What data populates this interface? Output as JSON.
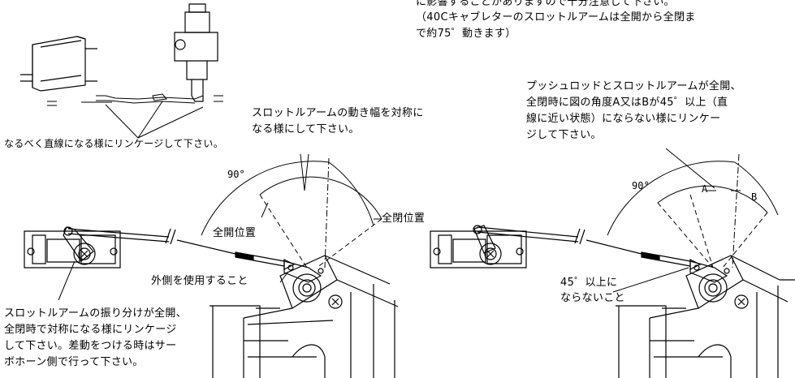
{
  "notes": {
    "top_right_1": "に影響することがありますので十分注意して下さい。",
    "top_right_2": "（40Cキャブレターのスロットルアームは全開から全閉ま",
    "top_right_3": "で約75゜動きます）",
    "linkage_straight": "なるべく直線になる様にリンケージして下さい。",
    "symmetric_1": "スロットルアームの動き幅を対称に",
    "symmetric_2": "なる様にして下さい。",
    "pushrod_1": "プッシュロッドとスロットルアームが全開、",
    "pushrod_2": "全閉時に図の角度A又はBが45゜以上（直",
    "pushrod_3": "線に近い状態）にならない様にリンケー",
    "pushrod_4": "ジして下さい。",
    "split_1": "スロットルアームの振り分けが全開、",
    "split_2": "全閉時で対称になる様にリンケージ",
    "split_3": "して下さい。差動をつける時はサー",
    "split_4": "ボホーン側で行って下さい。"
  },
  "left_diagram": {
    "angle": "90°",
    "full_open_1": "全開位置",
    "full_open_2": "全閉位置",
    "outer_use": "外側を使用すること"
  },
  "right_diagram": {
    "angle": "90°",
    "label_a": "A",
    "label_b": "B",
    "over45_1": "45゜以上に",
    "over45_2": "ならないこと"
  }
}
